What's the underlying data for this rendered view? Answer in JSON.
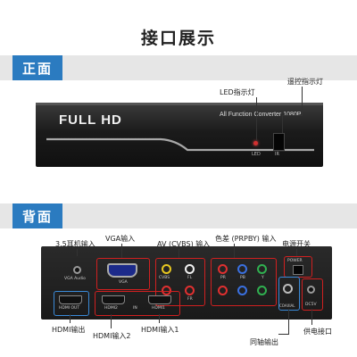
{
  "page": {
    "title": "接口展示"
  },
  "front": {
    "tab": "正面",
    "device_brand": "FULL HD",
    "device_model": "All Function Converter 1080P",
    "led_text": "LED",
    "ir_text": "IR",
    "callouts": {
      "remote_light": "遥控指示灯",
      "led_light": "LED指示灯"
    }
  },
  "back": {
    "tab": "背面",
    "callouts": {
      "audio_35": "3.5耳机输入",
      "vga_in": "VGA输入",
      "av_in": "AV (CVBS) 输入",
      "ypbpr_in": "色差 (PRPBY) 输入",
      "power_switch": "电源开关",
      "hdmi_out": "HDMI输出",
      "hdmi_in2": "HDMI输入2",
      "hdmi_in1": "HDMI输入1",
      "coaxial": "同轴输出",
      "power_port": "供电接口"
    },
    "port_labels": {
      "vga_audio": "VGA Audio",
      "vga": "VGA",
      "cvbs": "CVBS",
      "fl": "FL",
      "fr": "FR",
      "pr": "PR",
      "pb": "PB",
      "y": "Y",
      "hdmi_out": "HDMI OUT",
      "hdmi2": "HDMI2",
      "in": "IN",
      "hdmi1": "HDMI1",
      "coaxial": "COAXIAL",
      "power": "POWER",
      "dc5v": "DC5V"
    }
  }
}
